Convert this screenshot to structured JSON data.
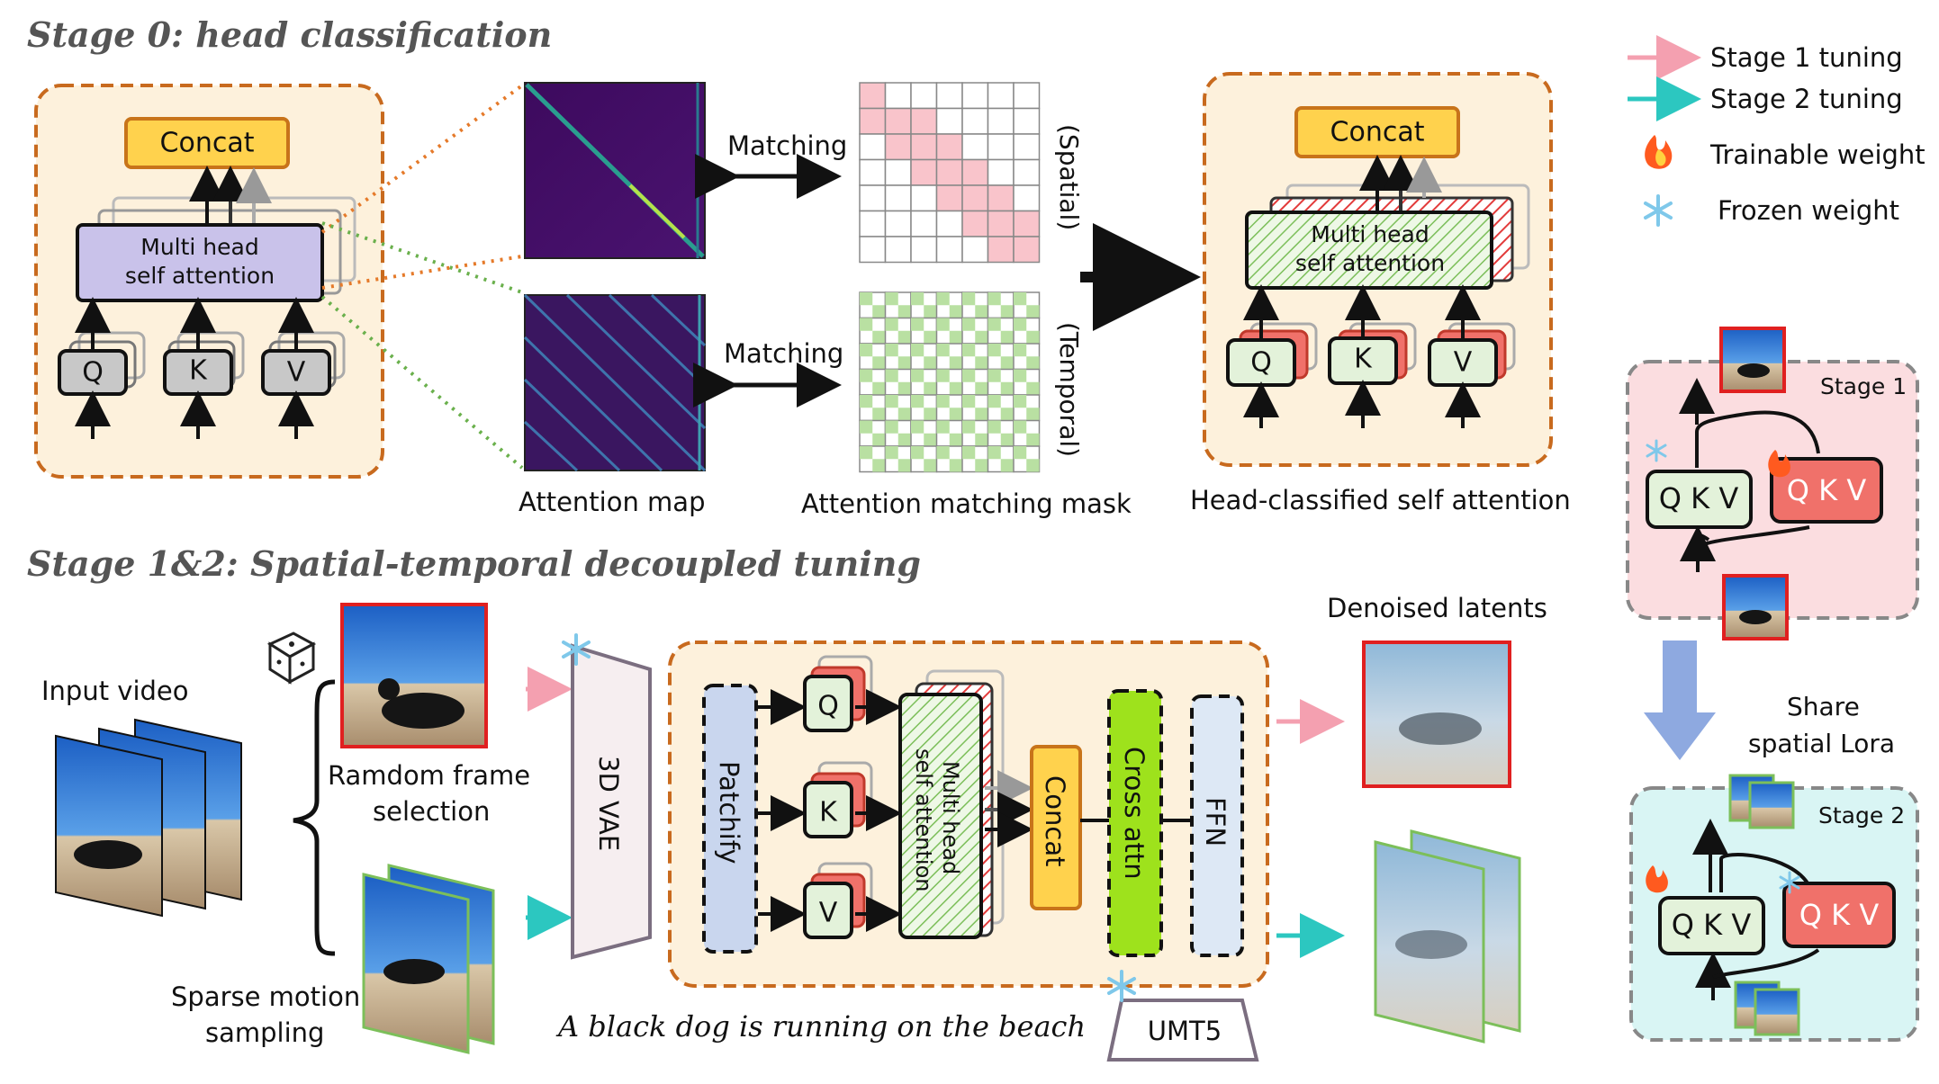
{
  "stage0": {
    "title": "Stage 0: head classification",
    "concat": "Concat",
    "mhsa_line1": "Multi head",
    "mhsa_line2": "self attention",
    "q": "Q",
    "k": "K",
    "v": "V",
    "matching_top": "Matching",
    "matching_bottom": "Matching",
    "spatial": "(Spatial)",
    "temporal": "(Temporal)",
    "attention_map": "Attention map",
    "attention_mask": "Attention matching mask",
    "concat_right": "Concat",
    "mhsa_right_line1": "Multi head",
    "mhsa_right_line2": "self attention",
    "q_right": "Q",
    "k_right": "K",
    "v_right": "V",
    "head_classified": "Head-classified self attention"
  },
  "legend": {
    "stage1_tuning": "Stage 1 tuning",
    "stage2_tuning": "Stage 2 tuning",
    "trainable": "Trainable weight",
    "frozen": "Frozen weight",
    "stage1_color": "#f4a0b0",
    "stage2_color": "#2cc7c0"
  },
  "stage12": {
    "title": "Stage 1&2: Spatial-temporal decoupled tuning",
    "input_video": "Input video",
    "random_frame_line1": "Ramdom frame",
    "random_frame_line2": "selection",
    "sparse_line1": "Sparse motion",
    "sparse_line2": "sampling",
    "vae": "3D VAE",
    "patchify": "Patchify",
    "q": "Q",
    "k": "K",
    "v": "V",
    "mhsa_line1": "Multi head",
    "mhsa_line2": "self attention",
    "concat": "Concat",
    "cross_attn": "Cross attn",
    "ffn": "FFN",
    "denoised": "Denoised latents",
    "caption": "A black dog is running on the beach",
    "umt5": "UMT5"
  },
  "side": {
    "stage1": "Stage 1",
    "stage2": "Stage 2",
    "qkv_frozen": "Q K V",
    "qkv_trainable": "Q K V",
    "qkv_trainable2": "Q K V",
    "qkv_frozen2": "Q K V",
    "share_line1": "Share",
    "share_line2": "spatial Lora"
  }
}
